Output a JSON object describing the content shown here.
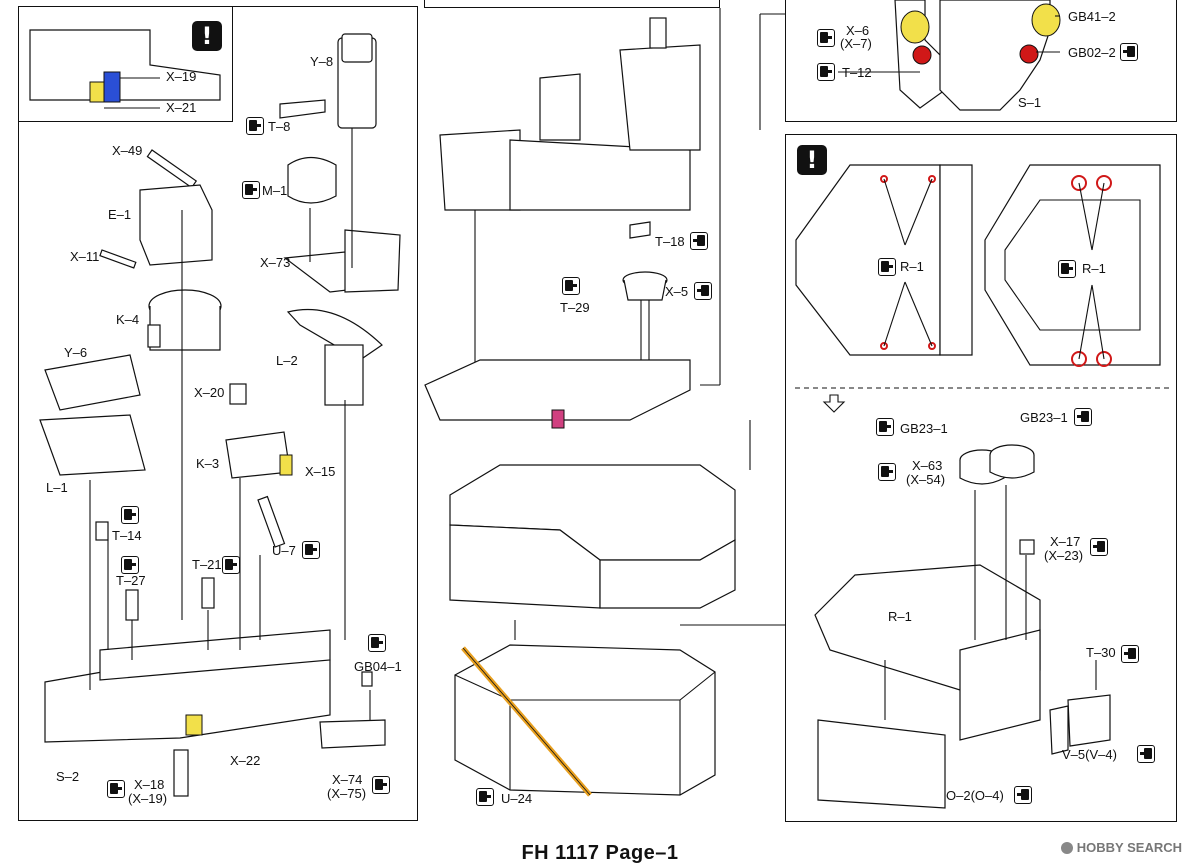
{
  "title": "FH 1117  Page–1",
  "watermark": "HOBBY SEARCH",
  "left_inset": {
    "labels": [
      "X–19",
      "X–21"
    ]
  },
  "left_panel": {
    "labels": {
      "y8": "Y–8",
      "t8": "T–8",
      "m1": "M–1",
      "x49": "X–49",
      "e1": "E–1",
      "x11": "X–11",
      "x73": "X–73",
      "k4": "K–4",
      "l2": "L–2",
      "y6": "Y–6",
      "l1": "L–1",
      "x20": "X–20",
      "k3": "K–3",
      "x15": "X–15",
      "t14": "T–14",
      "t27": "T–27",
      "t21": "T–21",
      "u7": "U–7",
      "gb04": "GB04–1",
      "s2": "S–2",
      "x22": "X–22",
      "x18": "X–18",
      "x19p": "(X–19)",
      "x74": "X–74",
      "x75p": "(X–75)"
    }
  },
  "center_panel": {
    "labels": {
      "t18": "T–18",
      "x5": "X–5",
      "t29": "T–29",
      "u24": "U–24"
    }
  },
  "top_right_panel": {
    "labels": {
      "x6": "X–6",
      "x7p": "(X–7)",
      "t12": "T–12",
      "gb41": "GB41–2",
      "gb02": "GB02–2",
      "s1": "S–1"
    }
  },
  "bottom_right_panel": {
    "labels": {
      "r1a": "R–1",
      "r1b": "R–1",
      "gb23a": "GB23–1",
      "gb23b": "GB23–1",
      "x63": "X–63",
      "x54p": "(X–54)",
      "x17": "X–17",
      "x23p": "(X–23)",
      "r1c": "R–1",
      "t30": "T–30",
      "v5": "V–5(V–4)",
      "o2": "O–2(O–4)"
    }
  },
  "colors": {
    "yellow": "#f2e04a",
    "blue": "#2a4fd6",
    "red": "#d01818",
    "pink": "#d04080",
    "orange": "#e8a020"
  }
}
